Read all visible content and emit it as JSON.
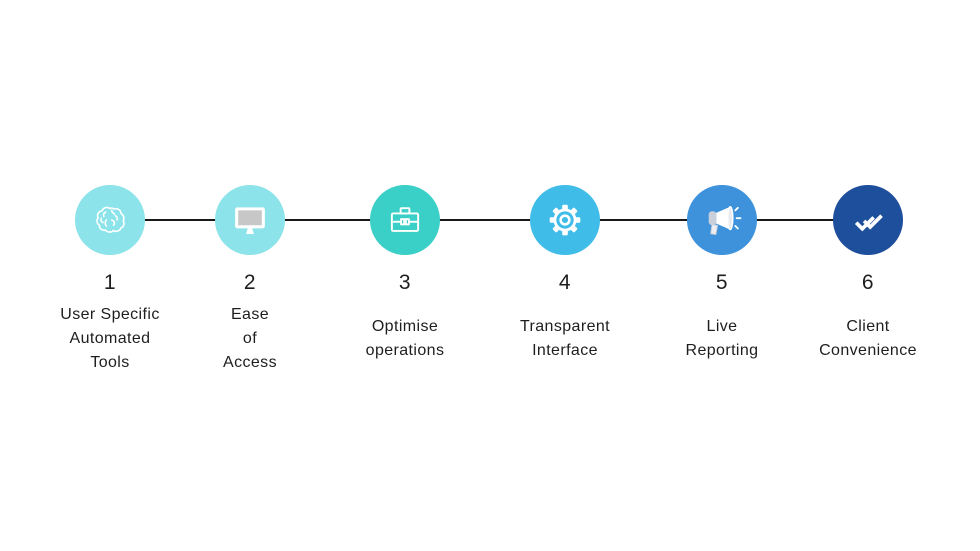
{
  "page": {
    "background_color": "#ffffff",
    "connector_color": "#191919",
    "text_color": "#1e1e1e"
  },
  "timeline": {
    "steps": [
      {
        "number": "1",
        "label": "User Specific\nAutomated\nTools",
        "icon": "brain-icon",
        "circle_color": "#8ce4ea"
      },
      {
        "number": "2",
        "label": "Ease\nof\nAccess",
        "icon": "monitor-icon",
        "circle_color": "#8ce4ea"
      },
      {
        "number": "3",
        "label": "Optimise\noperations",
        "icon": "briefcase-icon",
        "circle_color": "#3ad0c8"
      },
      {
        "number": "4",
        "label": "Transparent\nInterface",
        "icon": "gear-icon",
        "circle_color": "#40bce9"
      },
      {
        "number": "5",
        "label": "Live\nReporting",
        "icon": "megaphone-icon",
        "circle_color": "#3d92db"
      },
      {
        "number": "6",
        "label": "Client\nConvenience",
        "icon": "double-check-icon",
        "circle_color": "#1d4f9c"
      }
    ]
  }
}
